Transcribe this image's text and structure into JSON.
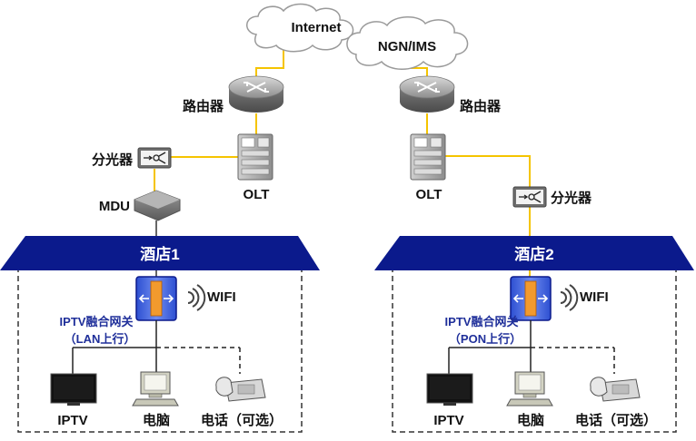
{
  "clouds": {
    "internet": "Internet",
    "ngn": "NGN/IMS"
  },
  "router": {
    "left_label": "路由器",
    "right_label": "路由器"
  },
  "olt": {
    "left_label": "OLT",
    "right_label": "OLT"
  },
  "splitter": {
    "left_label": "分光器",
    "right_label": "分光器"
  },
  "mdu_label": "MDU",
  "hotel1": {
    "title": "酒店1",
    "wifi": "WIFI",
    "gateway_line1": "IPTV融合网关",
    "gateway_line2": "（LAN上行）",
    "devices": {
      "iptv": "IPTV",
      "pc": "电脑",
      "phone": "电话（可选）"
    }
  },
  "hotel2": {
    "title": "酒店2",
    "wifi": "WIFI",
    "gateway_line1": "IPTV融合网关",
    "gateway_line2": "（PON上行）",
    "devices": {
      "iptv": "IPTV",
      "pc": "电脑",
      "phone": "电话（可选）"
    }
  },
  "colors": {
    "fiber": "#f5c400",
    "banner": "#0b1a8c",
    "label_blue": "#1f2f9a"
  }
}
